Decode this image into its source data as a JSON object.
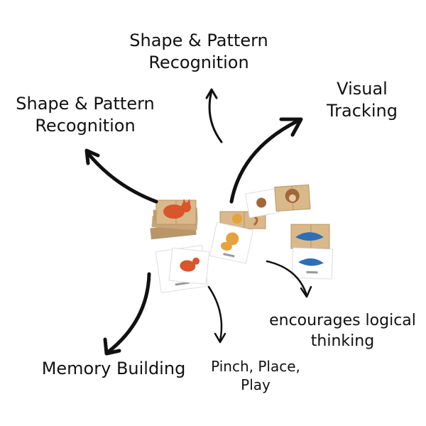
{
  "labels": {
    "shape_top": "Shape & Pattern\nRecognition",
    "shape_left": "Shape & Pattern\nRecognition",
    "visual": "Visual\nTracking",
    "logical": "encourages logical\nthinking",
    "memory": "Memory Building",
    "pinch": "Pinch, Place,\nPlay"
  },
  "colors": {
    "text": "#111111",
    "wood": "#d9b98a",
    "cat": "#d9552b",
    "dog": "#e6a23c",
    "whale": "#2f6fb5",
    "monkey": "#a0683a"
  }
}
